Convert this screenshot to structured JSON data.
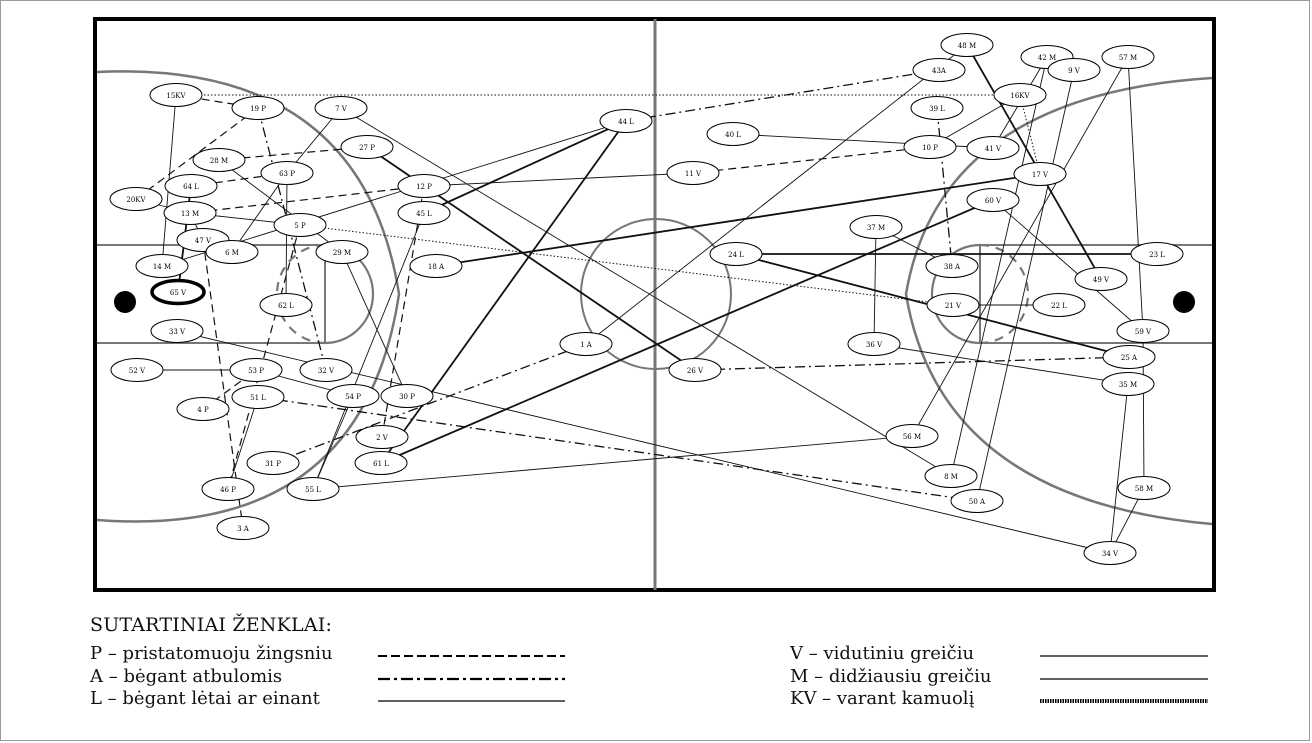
{
  "colors": {
    "ink": "#111111",
    "court_line": "#777777",
    "border": "#000000"
  },
  "court": {
    "players": [
      {
        "label": "48 M"
      },
      {
        "label": "42 M"
      },
      {
        "label": "57 M"
      },
      {
        "label": "43A"
      },
      {
        "label": "9 V"
      },
      {
        "label": "39 L"
      },
      {
        "label": "16KV"
      },
      {
        "label": "40 L"
      },
      {
        "label": "10 P"
      },
      {
        "label": "41 V"
      },
      {
        "label": "44 L"
      },
      {
        "label": "11 V"
      },
      {
        "label": "17 V"
      },
      {
        "label": "15KV"
      },
      {
        "label": "19 P"
      },
      {
        "label": "7 V"
      },
      {
        "label": "27 P"
      },
      {
        "label": "28 M"
      },
      {
        "label": "63 P"
      },
      {
        "label": "64 L"
      },
      {
        "label": "12 P"
      },
      {
        "label": "20KV"
      },
      {
        "label": "13 M"
      },
      {
        "label": "45 L"
      },
      {
        "label": "5 P"
      },
      {
        "label": "47 V"
      },
      {
        "label": "6 M"
      },
      {
        "label": "29 M"
      },
      {
        "label": "14 M"
      },
      {
        "label": "18 A"
      },
      {
        "label": "65 V"
      },
      {
        "label": "62 L"
      },
      {
        "label": "33 V"
      },
      {
        "label": "1 A"
      },
      {
        "label": "52 V"
      },
      {
        "label": "53 P"
      },
      {
        "label": "32 V"
      },
      {
        "label": "26 V"
      },
      {
        "label": "51 L"
      },
      {
        "label": "54 P"
      },
      {
        "label": "30 P"
      },
      {
        "label": "4 P"
      },
      {
        "label": "2 V"
      },
      {
        "label": "31 P"
      },
      {
        "label": "61 L"
      },
      {
        "label": "46 P"
      },
      {
        "label": "55 L"
      },
      {
        "label": "3 A"
      },
      {
        "label": "60 V"
      },
      {
        "label": "37 M"
      },
      {
        "label": "24 L"
      },
      {
        "label": "38 A"
      },
      {
        "label": "23 L"
      },
      {
        "label": "49 V"
      },
      {
        "label": "21 V"
      },
      {
        "label": "22 L"
      },
      {
        "label": "59 V"
      },
      {
        "label": "36 V"
      },
      {
        "label": "25 A"
      },
      {
        "label": "35 M"
      },
      {
        "label": "56 M"
      },
      {
        "label": "8 M"
      },
      {
        "label": "50 A"
      },
      {
        "label": "58 M"
      },
      {
        "label": "34 V"
      }
    ],
    "paths": [
      {
        "from": "15KV",
        "to": "16KV",
        "style": "KV"
      },
      {
        "from": "15KV",
        "to": "14 M",
        "style": "L"
      },
      {
        "from": "15KV",
        "to": "19 P",
        "style": "P"
      },
      {
        "from": "19 P",
        "to": "20KV",
        "style": "P"
      },
      {
        "from": "20KV",
        "to": "13 M",
        "style": "L"
      },
      {
        "from": "19 P",
        "to": "32 V",
        "style": "A"
      },
      {
        "from": "7 V",
        "to": "63 P",
        "style": "L"
      },
      {
        "from": "7 V",
        "to": "8 M",
        "style": "L"
      },
      {
        "from": "27 P",
        "to": "28 M",
        "style": "P"
      },
      {
        "from": "27 P",
        "to": "26 V",
        "style": "M"
      },
      {
        "from": "28 M",
        "to": "29 M",
        "style": "L"
      },
      {
        "from": "63 P",
        "to": "64 L",
        "style": "P"
      },
      {
        "from": "63 P",
        "to": "6 M",
        "style": "L"
      },
      {
        "from": "63 P",
        "to": "62 L",
        "style": "L"
      },
      {
        "from": "64 L",
        "to": "65 V",
        "style": "M"
      },
      {
        "from": "12 P",
        "to": "13 M",
        "style": "P"
      },
      {
        "from": "12 P",
        "to": "11 V",
        "style": "L"
      },
      {
        "from": "12 P",
        "to": "2 V",
        "style": "P"
      },
      {
        "from": "13 M",
        "to": "47 V",
        "style": "L"
      },
      {
        "from": "13 M",
        "to": "5 P",
        "style": "L"
      },
      {
        "from": "5 P",
        "to": "21 V",
        "style": "KV"
      },
      {
        "from": "5 P",
        "to": "46 P",
        "style": "P"
      },
      {
        "from": "47 V",
        "to": "3 A",
        "style": "P"
      },
      {
        "from": "45 L",
        "to": "44 L",
        "style": "M"
      },
      {
        "from": "45 L",
        "to": "55 L",
        "style": "L"
      },
      {
        "from": "44 L",
        "to": "14 M",
        "style": "L"
      },
      {
        "from": "44 L",
        "to": "43A",
        "style": "A"
      },
      {
        "from": "44 L",
        "to": "61 L",
        "style": "M"
      },
      {
        "from": "48 M",
        "to": "49 V",
        "style": "M"
      },
      {
        "from": "48 M",
        "to": "1 A",
        "style": "L"
      },
      {
        "from": "42 M",
        "to": "41 V",
        "style": "L"
      },
      {
        "from": "42 M",
        "to": "8 M",
        "style": "L"
      },
      {
        "from": "57 M",
        "to": "56 M",
        "style": "L"
      },
      {
        "from": "57 M",
        "to": "59 V",
        "style": "L"
      },
      {
        "from": "9 V",
        "to": "50 A",
        "style": "L"
      },
      {
        "from": "40 L",
        "to": "41 V",
        "style": "L"
      },
      {
        "from": "39 L",
        "to": "38 A",
        "style": "A"
      },
      {
        "from": "10 P",
        "to": "11 V",
        "style": "P"
      },
      {
        "from": "10 P",
        "to": "16KV",
        "style": "L"
      },
      {
        "from": "16KV",
        "to": "17 V",
        "style": "KV"
      },
      {
        "from": "17 V",
        "to": "18 A",
        "style": "M"
      },
      {
        "from": "60 V",
        "to": "61 L",
        "style": "M"
      },
      {
        "from": "60 V",
        "to": "59 V",
        "style": "L"
      },
      {
        "from": "37 M",
        "to": "36 V",
        "style": "L"
      },
      {
        "from": "37 M",
        "to": "38 A",
        "style": "L"
      },
      {
        "from": "24 L",
        "to": "23 L",
        "style": "M"
      },
      {
        "from": "24 L",
        "to": "25 A",
        "style": "M"
      },
      {
        "from": "21 V",
        "to": "22 L",
        "style": "L"
      },
      {
        "from": "26 V",
        "to": "25 A",
        "style": "A"
      },
      {
        "from": "36 V",
        "to": "35 M",
        "style": "L"
      },
      {
        "from": "35 M",
        "to": "34 V",
        "style": "L"
      },
      {
        "from": "58 M",
        "to": "59 V",
        "style": "L"
      },
      {
        "from": "58 M",
        "to": "34 V",
        "style": "L"
      },
      {
        "from": "29 M",
        "to": "30 P",
        "style": "L"
      },
      {
        "from": "33 V",
        "to": "34 V",
        "style": "L"
      },
      {
        "from": "52 V",
        "to": "53 P",
        "style": "L"
      },
      {
        "from": "53 P",
        "to": "54 P",
        "style": "L"
      },
      {
        "from": "51 L",
        "to": "50 A",
        "style": "A"
      },
      {
        "from": "4 P",
        "to": "53 P",
        "style": "P"
      },
      {
        "from": "54 P",
        "to": "55 L",
        "style": "L"
      },
      {
        "from": "56 M",
        "to": "55 L",
        "style": "L"
      },
      {
        "from": "1 A",
        "to": "31 P",
        "style": "A"
      },
      {
        "from": "51 L",
        "to": "46 P",
        "style": "L"
      }
    ]
  },
  "legend": {
    "title": "SUTARTINIAI ŽENKLAI:",
    "items": [
      {
        "key": "P",
        "text": "P – pristatomuoju žingsniu",
        "style": "P"
      },
      {
        "key": "A",
        "text": "A – bėgant atbulomis",
        "style": "A"
      },
      {
        "key": "L",
        "text": "L – bėgant lėtai ar einant",
        "style": "L"
      },
      {
        "key": "V",
        "text": "V – vidutiniu greičiu",
        "style": "V"
      },
      {
        "key": "M",
        "text": "M – didžiausiu greičiu",
        "style": "M"
      },
      {
        "key": "KV",
        "text": "KV – varant kamuolį",
        "style": "KV"
      }
    ]
  }
}
